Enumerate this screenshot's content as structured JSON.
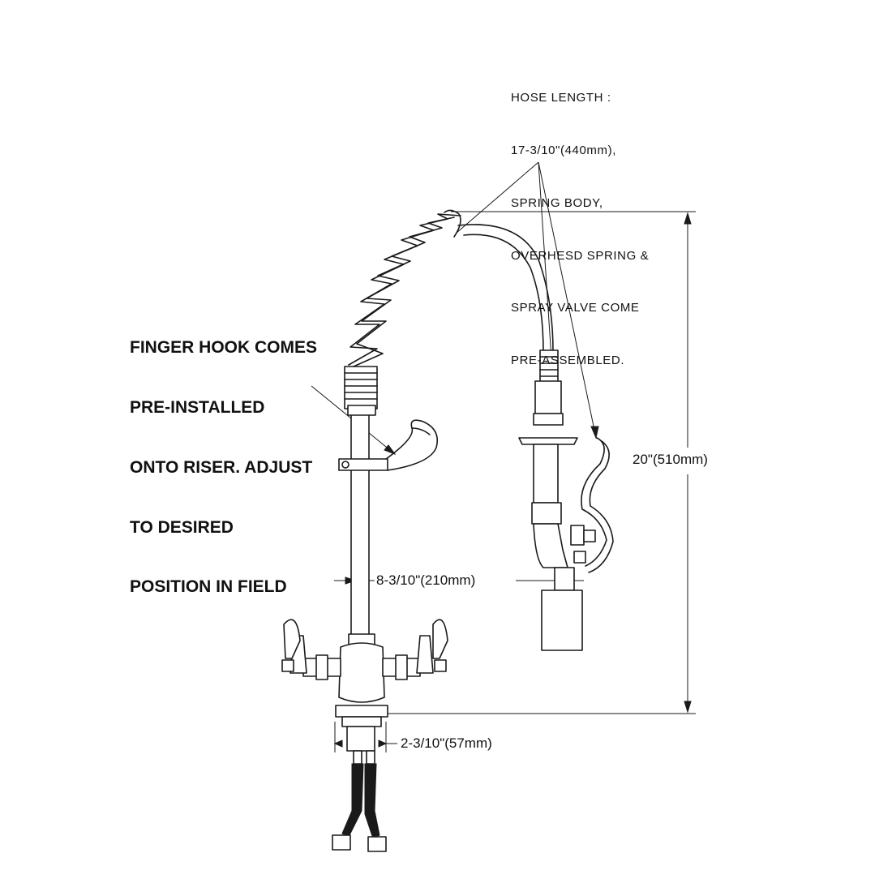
{
  "diagram": {
    "notes": {
      "hose": [
        "HOSE LENGTH :",
        "17-3/10\"(440mm),",
        "SPRING BODY,",
        "OVERHESD SPRING &",
        "SPRAY VALVE COME",
        "PRE-ASSEMBLED."
      ],
      "finger_hook": [
        "FINGER HOOK COMES",
        "PRE-INSTALLED",
        "ONTO RISER. ADJUST",
        "TO DESIRED",
        "POSITION IN FIELD"
      ]
    },
    "dimensions": {
      "height": "20\"(510mm)",
      "reach": "8-3/10\"(210mm)",
      "base": "2-3/10\"(57mm)"
    }
  }
}
